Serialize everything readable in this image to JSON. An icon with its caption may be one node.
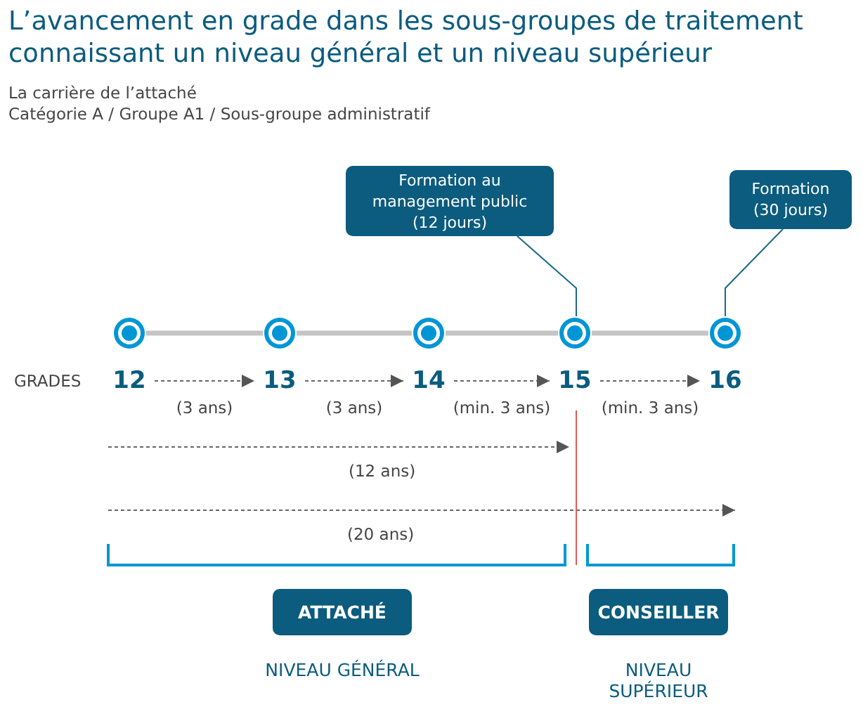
{
  "diagram": {
    "title": "L’avancement en grade dans les sous-groupes de traitement connaissant un niveau général et un niveau supérieur",
    "nodes": [
      {
        "text": [
          "Formation au management public (12 jours)"
        ]
      },
      {
        "text": [
          "Formation (30 jours)"
        ]
      },
      {
        "text": [],
        "shape": "circle"
      },
      {
        "text": [],
        "shape": "circle"
      },
      {
        "text": [],
        "shape": "circle"
      },
      {
        "text": [],
        "shape": "circle"
      },
      {
        "text": [],
        "shape": "circle"
      },
      {
        "text": [
          "12"
        ]
      },
      {
        "text": [
          "13"
        ]
      },
      {
        "text": [
          "14"
        ]
      },
      {
        "text": [
          "15"
        ]
      },
      {
        "text": [
          "16"
        ]
      },
      {
        "text": [
          "ATTACHÉ"
        ],
        "beside": [
          "NIVEAU GÉNÉRAL"
        ]
      },
      {
        "text": [
          "CONSEILLER"
        ],
        "beside": [
          "NIVEAU SUPÉRIEUR"
        ]
      }
    ],
    "edges": [
      {
        "from": 0,
        "to": 5,
        "arrow": "none",
        "color": "#1c6a8a"
      },
      {
        "from": 1,
        "to": 6,
        "arrow": "none",
        "color": "#1c6a8a"
      },
      {
        "from": 2,
        "to": 3,
        "arrow": "none",
        "style": "thick",
        "color": "#c4c4c4"
      },
      {
        "from": 3,
        "to": 4,
        "arrow": "none",
        "style": "thick",
        "color": "#c4c4c4"
      },
      {
        "from": 4,
        "to": 5,
        "arrow": "none",
        "style": "thick",
        "color": "#c4c4c4"
      },
      {
        "from": 5,
        "to": 6,
        "arrow": "none",
        "style": "thick",
        "color": "#c4c4c4"
      },
      {
        "from": 7,
        "to": 8,
        "arrow": "to",
        "label": "(3 ans)",
        "style": "dashed",
        "color": "#666666"
      },
      {
        "from": 8,
        "to": 9,
        "arrow": "to",
        "label": "(3 ans)",
        "style": "dashed",
        "color": "#666666"
      },
      {
        "from": 9,
        "to": 10,
        "arrow": "to",
        "label": "(min. 3 ans)",
        "style": "dashed",
        "color": "#666666"
      },
      {
        "from": 10,
        "to": 11,
        "arrow": "to",
        "label": "(min. 3 ans)",
        "style": "dashed",
        "color": "#666666"
      }
    ],
    "labels": [
      "La carrière de l’attaché",
      "Catégorie A / Groupe A1 / Sous-groupe administratif",
      "GRADES",
      "(12 ans)",
      "(20 ans)"
    ]
  }
}
